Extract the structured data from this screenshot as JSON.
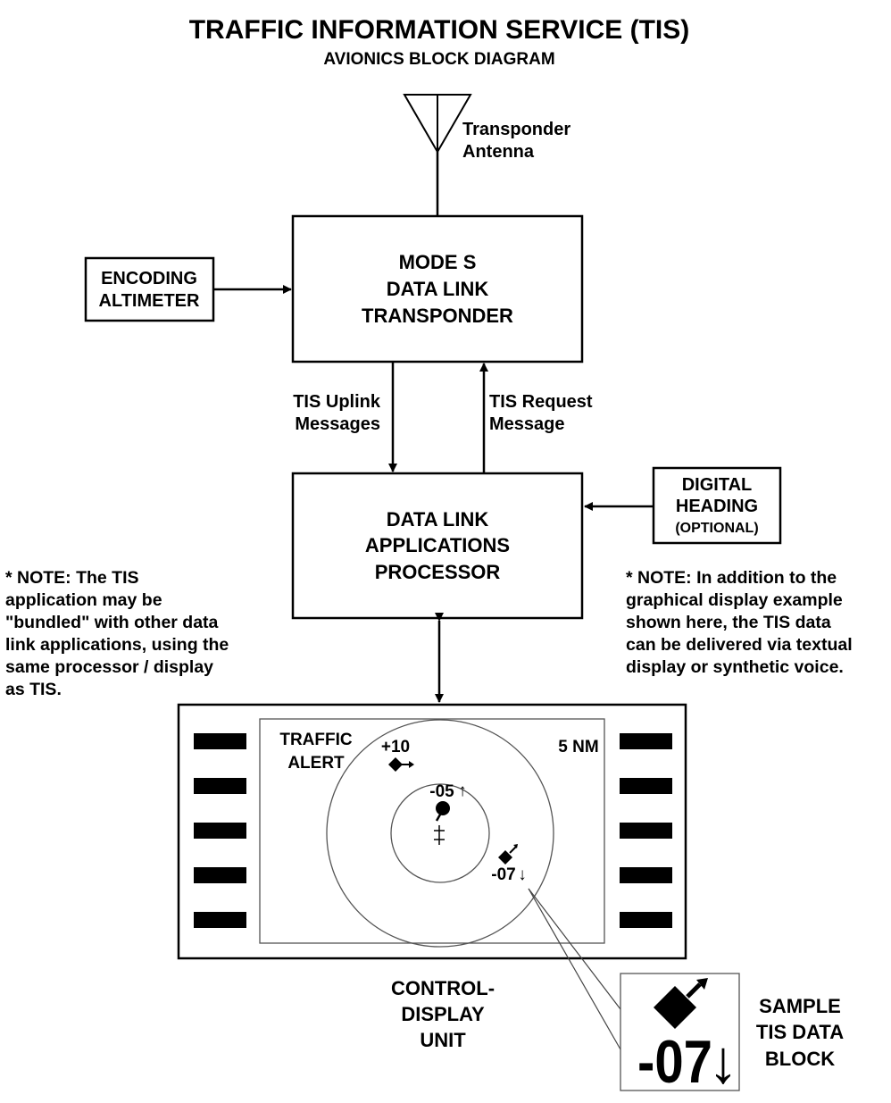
{
  "title": "TRAFFIC INFORMATION SERVICE (TIS)",
  "subtitle": "AVIONICS BLOCK DIAGRAM",
  "antenna": {
    "line1": "Transponder",
    "line2": "Antenna"
  },
  "transponder": {
    "line1": "MODE S",
    "line2": "DATA LINK",
    "line3": "TRANSPONDER"
  },
  "altimeter": {
    "line1": "ENCODING",
    "line2": "ALTIMETER"
  },
  "uplink": {
    "line1": "TIS Uplink",
    "line2": "Messages"
  },
  "request": {
    "line1": "TIS Request",
    "line2": "Message"
  },
  "processor": {
    "line1": "DATA LINK",
    "line2": "APPLICATIONS",
    "line3": "PROCESSOR"
  },
  "heading": {
    "line1": "DIGITAL",
    "line2": "HEADING",
    "line3": "(OPTIONAL)"
  },
  "note_left": [
    "* NOTE:  The TIS",
    "application may be",
    "\"bundled\" with other data",
    "link applications, using the",
    "same processor / display",
    "as TIS."
  ],
  "note_right": [
    "* NOTE:  In addition to the",
    "graphical display example",
    "shown here, the TIS data",
    "can be delivered via textual",
    "display or synthetic voice."
  ],
  "display": {
    "alert_line1": "TRAFFIC",
    "alert_line2": "ALERT",
    "range": "5 NM",
    "target1_alt": "+10",
    "target2_alt": "-05",
    "target2_arrow": "↑",
    "target3_alt": "-07",
    "target3_arrow": "↓"
  },
  "cdu": {
    "line1": "CONTROL-",
    "line2": "DISPLAY",
    "line3": "UNIT"
  },
  "sample": {
    "value": "-07",
    "arrow": "↓",
    "line1": "SAMPLE",
    "line2": "TIS DATA",
    "line3": "BLOCK"
  }
}
